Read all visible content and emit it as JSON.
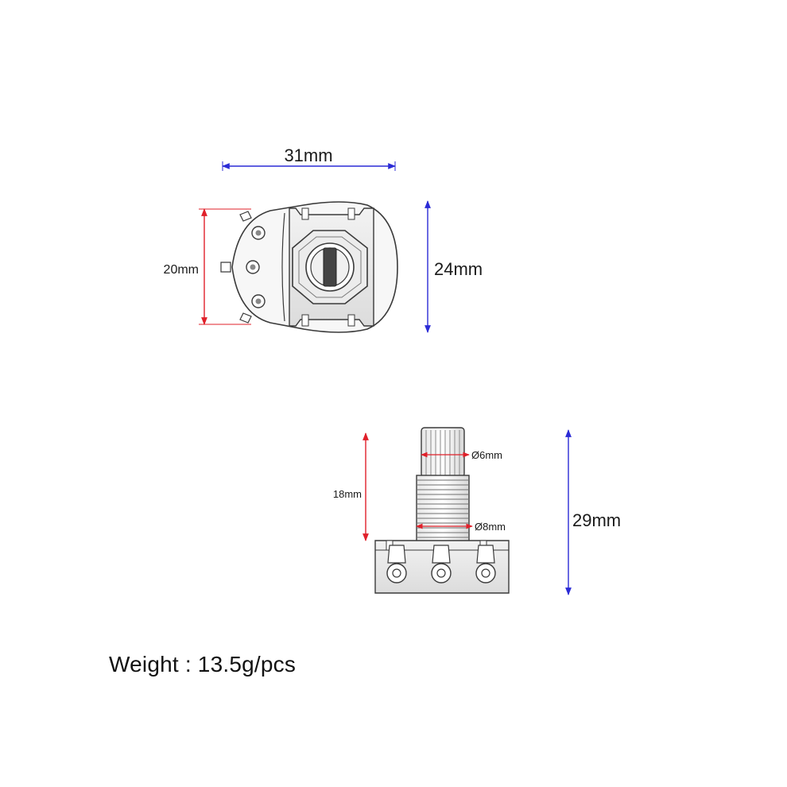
{
  "top_view": {
    "width_label": "31mm",
    "height_label": "24mm",
    "terminal_span_label": "20mm"
  },
  "side_view": {
    "shaft_length_label": "18mm",
    "total_height_label": "29mm",
    "shaft_diameter_label": "Ø6mm",
    "thread_diameter_label": "Ø8mm"
  },
  "weight": {
    "label": "Weight",
    "separator": " : ",
    "value": "13.5g/pcs"
  },
  "colors": {
    "blue_dimension": "#2b2bd6",
    "red_dimension": "#e0202a",
    "outline": "#3a3a3a",
    "part_fill": "#f4f4f4"
  }
}
